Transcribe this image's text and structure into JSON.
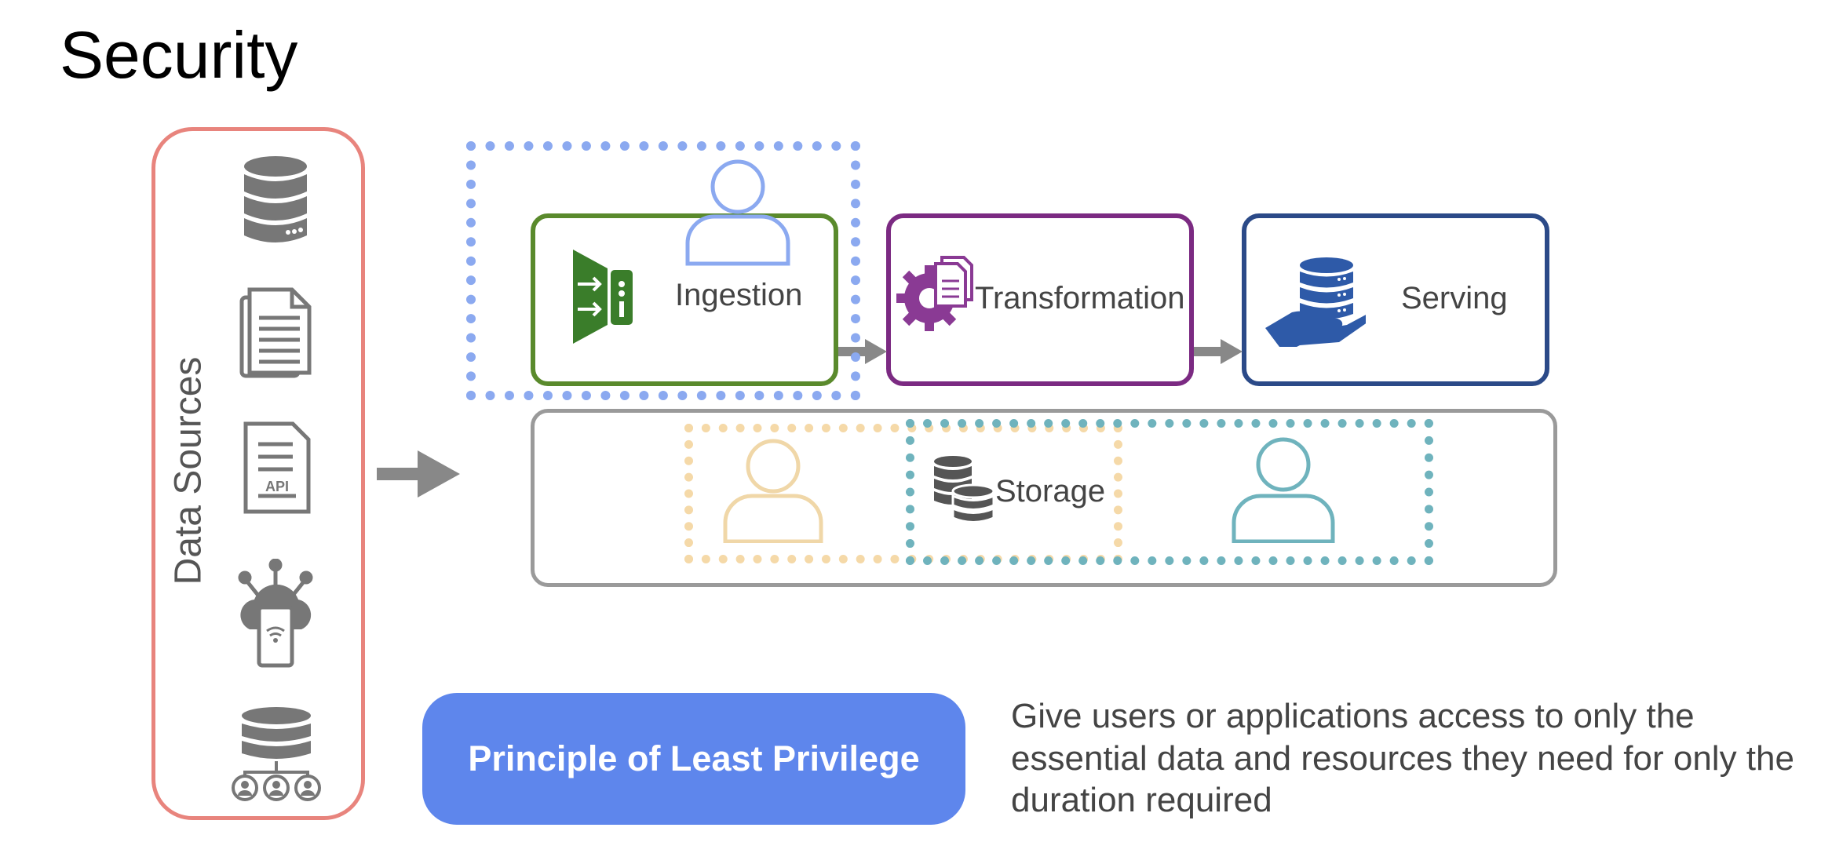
{
  "title": "Security",
  "sources": {
    "label": "Data Sources",
    "icons": [
      "database-icon",
      "document-icon",
      "api-document-icon",
      "iot-cloud-device-icon",
      "database-users-icon"
    ]
  },
  "stages": {
    "ingestion": "Ingestion",
    "transformation": "Transformation",
    "serving": "Serving",
    "storage": "Storage"
  },
  "principle": {
    "button": "Principle of Least Privilege",
    "description": "Give users or applications access to only the essential data and resources they need for only the duration required"
  },
  "colors": {
    "sources_border": "#e8847d",
    "ingestion": "#5a8a2c",
    "transformation": "#7b2a82",
    "serving": "#2b4a88",
    "storage": "#9a9a9a",
    "user_blue": "#8ba9f0",
    "user_tan": "#f0d7a8",
    "user_teal": "#6fb3bd",
    "principle_bg": "#5e86ec"
  }
}
